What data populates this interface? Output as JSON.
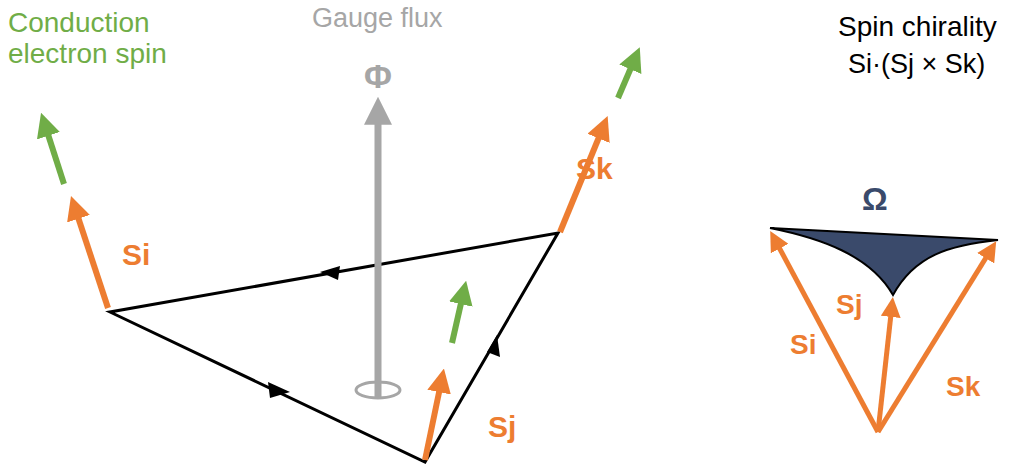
{
  "diagram": {
    "labels": [
      "Conduction electron spin",
      "Gauge flux",
      "Φ",
      "Si",
      "Sj",
      "Sk",
      "Spin chirality",
      "Si·(Sj × Sk)",
      "Ω",
      "Si",
      "Sj",
      "Sk"
    ]
  }
}
